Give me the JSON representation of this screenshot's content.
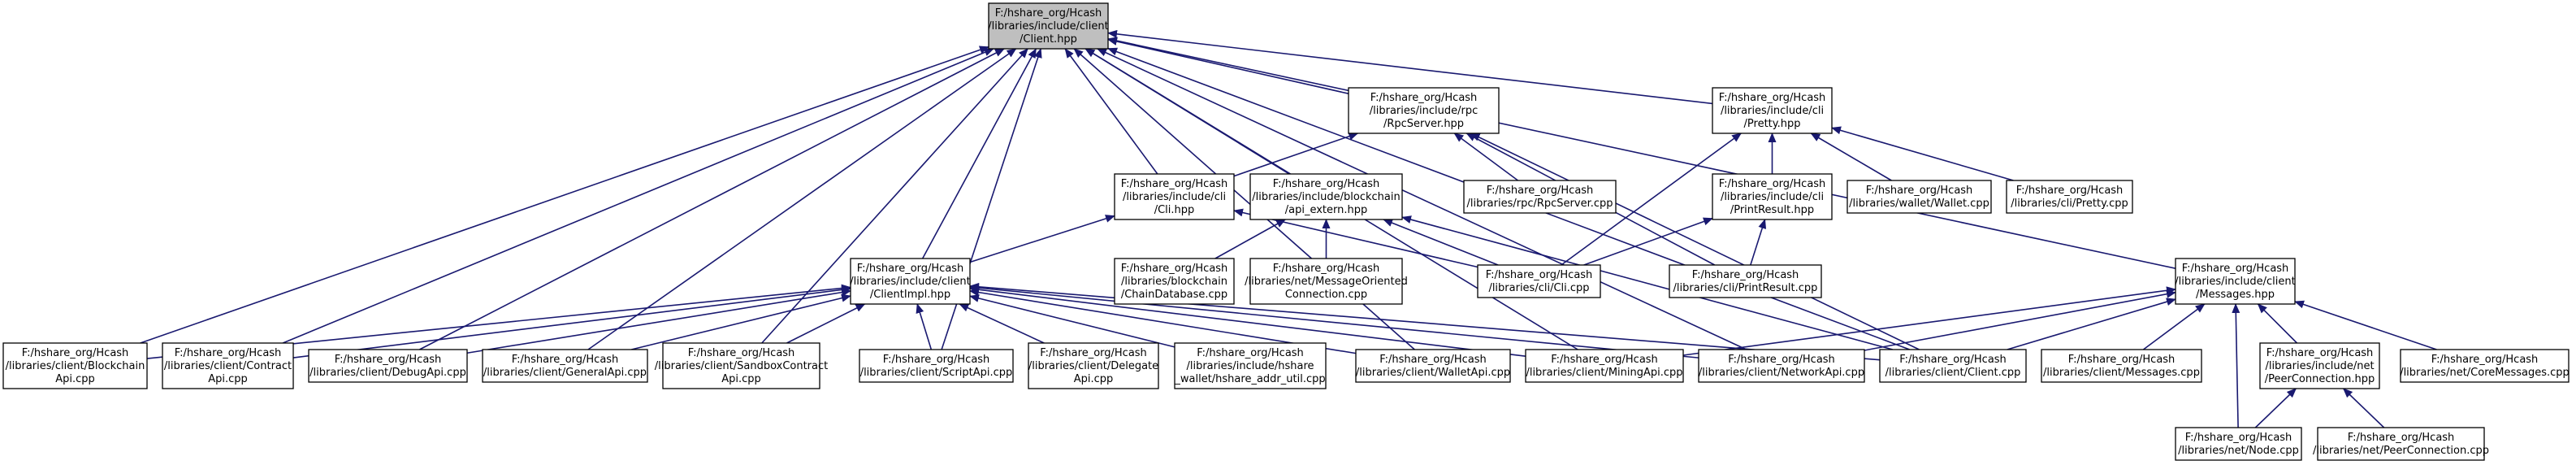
{
  "diagram": {
    "arrow_color": "#191970",
    "root_fill": "#bfbfbf",
    "nodes": [
      {
        "id": "client_hpp",
        "root": true,
        "lines": [
          "F:/hshare_org/Hcash",
          "/libraries/include/client",
          "/Client.hpp"
        ]
      },
      {
        "id": "rpcserver_hpp",
        "lines": [
          "F:/hshare_org/Hcash",
          "/libraries/include/rpc",
          "/RpcServer.hpp"
        ]
      },
      {
        "id": "pretty_hpp",
        "lines": [
          "F:/hshare_org/Hcash",
          "/libraries/include/cli",
          "/Pretty.hpp"
        ]
      },
      {
        "id": "cli_hpp",
        "lines": [
          "F:/hshare_org/Hcash",
          "/libraries/include/cli",
          "/Cli.hpp"
        ]
      },
      {
        "id": "api_extern_hpp",
        "lines": [
          "F:/hshare_org/Hcash",
          "/libraries/include/blockchain",
          "/api_extern.hpp"
        ]
      },
      {
        "id": "rpcserver_cpp",
        "lines": [
          "F:/hshare_org/Hcash",
          "/libraries/rpc/RpcServer.cpp"
        ]
      },
      {
        "id": "printresult_hpp",
        "lines": [
          "F:/hshare_org/Hcash",
          "/libraries/include/cli",
          "/PrintResult.hpp"
        ]
      },
      {
        "id": "wallet_cpp",
        "lines": [
          "F:/hshare_org/Hcash",
          "/libraries/wallet/Wallet.cpp"
        ]
      },
      {
        "id": "pretty_cpp",
        "lines": [
          "F:/hshare_org/Hcash",
          "/libraries/cli/Pretty.cpp"
        ]
      },
      {
        "id": "clientimpl_hpp",
        "lines": [
          "F:/hshare_org/Hcash",
          "/libraries/include/client",
          "/ClientImpl.hpp"
        ]
      },
      {
        "id": "chaindatabase_cpp",
        "lines": [
          "F:/hshare_org/Hcash",
          "/libraries/blockchain",
          "/ChainDatabase.cpp"
        ]
      },
      {
        "id": "messageoriented_cpp",
        "lines": [
          "F:/hshare_org/Hcash",
          "/libraries/net/MessageOriented",
          "Connection.cpp"
        ]
      },
      {
        "id": "cli_cpp",
        "lines": [
          "F:/hshare_org/Hcash",
          "/libraries/cli/Cli.cpp"
        ]
      },
      {
        "id": "printresult_cpp",
        "lines": [
          "F:/hshare_org/Hcash",
          "/libraries/cli/PrintResult.cpp"
        ]
      },
      {
        "id": "messages_hpp",
        "lines": [
          "F:/hshare_org/Hcash",
          "/libraries/include/client",
          "/Messages.hpp"
        ]
      },
      {
        "id": "blockchainapi_cpp",
        "lines": [
          "F:/hshare_org/Hcash",
          "/libraries/client/Blockchain",
          "Api.cpp"
        ]
      },
      {
        "id": "contractapi_cpp",
        "lines": [
          "F:/hshare_org/Hcash",
          "/libraries/client/Contract",
          "Api.cpp"
        ]
      },
      {
        "id": "debugapi_cpp",
        "lines": [
          "F:/hshare_org/Hcash",
          "/libraries/client/DebugApi.cpp"
        ]
      },
      {
        "id": "generalapi_cpp",
        "lines": [
          "F:/hshare_org/Hcash",
          "/libraries/client/GeneralApi.cpp"
        ]
      },
      {
        "id": "sandboxcontract_cpp",
        "lines": [
          "F:/hshare_org/Hcash",
          "/libraries/client/SandboxContract",
          "Api.cpp"
        ]
      },
      {
        "id": "scriptapi_cpp",
        "lines": [
          "F:/hshare_org/Hcash",
          "/libraries/client/ScriptApi.cpp"
        ]
      },
      {
        "id": "delegateapi_cpp",
        "lines": [
          "F:/hshare_org/Hcash",
          "/libraries/client/Delegate",
          "Api.cpp"
        ]
      },
      {
        "id": "hshare_addr_util_cpp",
        "lines": [
          "F:/hshare_org/Hcash",
          "/libraries/include/hshare",
          "_wallet/hshare_addr_util.cpp"
        ]
      },
      {
        "id": "walletapi_cpp",
        "lines": [
          "F:/hshare_org/Hcash",
          "/libraries/client/WalletApi.cpp"
        ]
      },
      {
        "id": "miningapi_cpp",
        "lines": [
          "F:/hshare_org/Hcash",
          "/libraries/client/MiningApi.cpp"
        ]
      },
      {
        "id": "networkapi_cpp",
        "lines": [
          "F:/hshare_org/Hcash",
          "/libraries/client/NetworkApi.cpp"
        ]
      },
      {
        "id": "client_cpp",
        "lines": [
          "F:/hshare_org/Hcash",
          "/libraries/client/Client.cpp"
        ]
      },
      {
        "id": "messages_cpp",
        "lines": [
          "F:/hshare_org/Hcash",
          "/libraries/client/Messages.cpp"
        ]
      },
      {
        "id": "peerconnection_hpp",
        "lines": [
          "F:/hshare_org/Hcash",
          "/libraries/include/net",
          "/PeerConnection.hpp"
        ]
      },
      {
        "id": "coremessages_cpp",
        "lines": [
          "F:/hshare_org/Hcash",
          "/libraries/net/CoreMessages.cpp"
        ]
      },
      {
        "id": "node_cpp",
        "lines": [
          "F:/hshare_org/Hcash",
          "/libraries/net/Node.cpp"
        ]
      },
      {
        "id": "peerconnection_cpp",
        "lines": [
          "F:/hshare_org/Hcash",
          "/libraries/net/PeerConnection.cpp"
        ]
      }
    ],
    "edges": [
      [
        "rpcserver_hpp",
        "client_hpp"
      ],
      [
        "pretty_hpp",
        "client_hpp"
      ],
      [
        "cli_hpp",
        "client_hpp"
      ],
      [
        "api_extern_hpp",
        "client_hpp"
      ],
      [
        "clientimpl_hpp",
        "client_hpp"
      ],
      [
        "messages_hpp",
        "client_hpp"
      ],
      [
        "blockchainapi_cpp",
        "client_hpp"
      ],
      [
        "contractapi_cpp",
        "client_hpp"
      ],
      [
        "debugapi_cpp",
        "client_hpp"
      ],
      [
        "generalapi_cpp",
        "client_hpp"
      ],
      [
        "sandboxcontract_cpp",
        "client_hpp"
      ],
      [
        "scriptapi_cpp",
        "client_hpp"
      ],
      [
        "walletapi_cpp",
        "client_hpp"
      ],
      [
        "miningapi_cpp",
        "client_hpp"
      ],
      [
        "networkapi_cpp",
        "client_hpp"
      ],
      [
        "client_cpp",
        "client_hpp"
      ],
      [
        "cli_hpp",
        "rpcserver_hpp"
      ],
      [
        "rpcserver_cpp",
        "rpcserver_hpp"
      ],
      [
        "printresult_cpp",
        "rpcserver_hpp"
      ],
      [
        "client_cpp",
        "rpcserver_hpp"
      ],
      [
        "cli_cpp",
        "pretty_hpp"
      ],
      [
        "printresult_hpp",
        "pretty_hpp"
      ],
      [
        "wallet_cpp",
        "pretty_hpp"
      ],
      [
        "pretty_cpp",
        "pretty_hpp"
      ],
      [
        "clientimpl_hpp",
        "cli_hpp"
      ],
      [
        "cli_cpp",
        "cli_hpp"
      ],
      [
        "chaindatabase_cpp",
        "api_extern_hpp"
      ],
      [
        "messageoriented_cpp",
        "api_extern_hpp"
      ],
      [
        "cli_cpp",
        "api_extern_hpp"
      ],
      [
        "client_cpp",
        "api_extern_hpp"
      ],
      [
        "cli_cpp",
        "printresult_hpp"
      ],
      [
        "printresult_cpp",
        "printresult_hpp"
      ],
      [
        "blockchainapi_cpp",
        "clientimpl_hpp"
      ],
      [
        "contractapi_cpp",
        "clientimpl_hpp"
      ],
      [
        "debugapi_cpp",
        "clientimpl_hpp"
      ],
      [
        "generalapi_cpp",
        "clientimpl_hpp"
      ],
      [
        "sandboxcontract_cpp",
        "clientimpl_hpp"
      ],
      [
        "scriptapi_cpp",
        "clientimpl_hpp"
      ],
      [
        "delegateapi_cpp",
        "clientimpl_hpp"
      ],
      [
        "hshare_addr_util_cpp",
        "clientimpl_hpp"
      ],
      [
        "walletapi_cpp",
        "clientimpl_hpp"
      ],
      [
        "miningapi_cpp",
        "clientimpl_hpp"
      ],
      [
        "networkapi_cpp",
        "clientimpl_hpp"
      ],
      [
        "client_cpp",
        "clientimpl_hpp"
      ],
      [
        "miningapi_cpp",
        "messages_hpp"
      ],
      [
        "networkapi_cpp",
        "messages_hpp"
      ],
      [
        "client_cpp",
        "messages_hpp"
      ],
      [
        "messages_cpp",
        "messages_hpp"
      ],
      [
        "peerconnection_hpp",
        "messages_hpp"
      ],
      [
        "coremessages_cpp",
        "messages_hpp"
      ],
      [
        "node_cpp",
        "messages_hpp"
      ],
      [
        "node_cpp",
        "peerconnection_hpp"
      ],
      [
        "peerconnection_cpp",
        "peerconnection_hpp"
      ]
    ]
  }
}
